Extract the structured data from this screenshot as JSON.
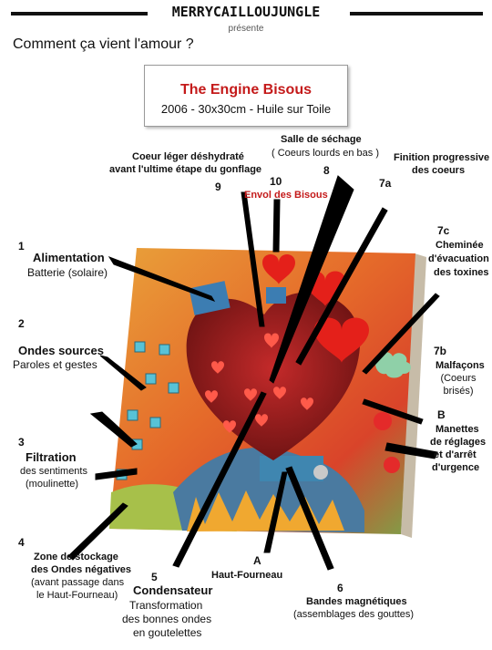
{
  "header": {
    "brand": "MERRYCAILLOUJUNGLE",
    "presente": "présente"
  },
  "heading": "Comment ça vient l'amour ?",
  "titlebox": {
    "title": "The Engine Bisous",
    "details": "2006 -  30x30cm -  Huile sur Toile"
  },
  "labels": {
    "n1": "1",
    "l1a": "Alimentation",
    "l1b": "Batterie (solaire)",
    "n2": "2",
    "l2a": "Ondes sources",
    "l2b": "Paroles et gestes",
    "n3": "3",
    "l3a": "Filtration",
    "l3b": "des sentiments",
    "l3c": "(moulinette)",
    "n4": "4",
    "l4a": "Zone de stockage",
    "l4b": "des Ondes négatives",
    "l4c": "(avant passage dans",
    "l4d": "le Haut-Fourneau)",
    "n5": "5",
    "l5a": "Condensateur",
    "l5b": "Transformation",
    "l5c": "des bonnes ondes",
    "l5d": "en goutelettes",
    "nA": "A",
    "lA": "Haut-Fourneau",
    "n6": "6",
    "l6a": "Bandes magnétiques",
    "l6b": "(assemblages des gouttes)",
    "nB": "B",
    "lBa": "Manettes",
    "lBb": "de réglages",
    "lBc": "et d'arrêt",
    "lBd": "d'urgence",
    "n7b": "7b",
    "l7ba": "Malfaçons",
    "l7bb": "(Coeurs brisés)",
    "n7c": "7c",
    "l7ca": "Cheminée",
    "l7cb": "d'évacuation",
    "l7cc": "des toxines",
    "n7a": "7a",
    "l7aa": "Finition progressive",
    "l7ab": "des coeurs",
    "n8": "8",
    "l8a": "Salle de séchage",
    "l8b": "( Coeurs lourds en bas )",
    "n9": "9",
    "l9a": "Coeur léger déshydraté",
    "l9b": "avant l'ultime étape du gonflage",
    "n10": "10",
    "l10": "Envol des Bisous"
  },
  "colors": {
    "accent_red": "#c41a1a"
  }
}
